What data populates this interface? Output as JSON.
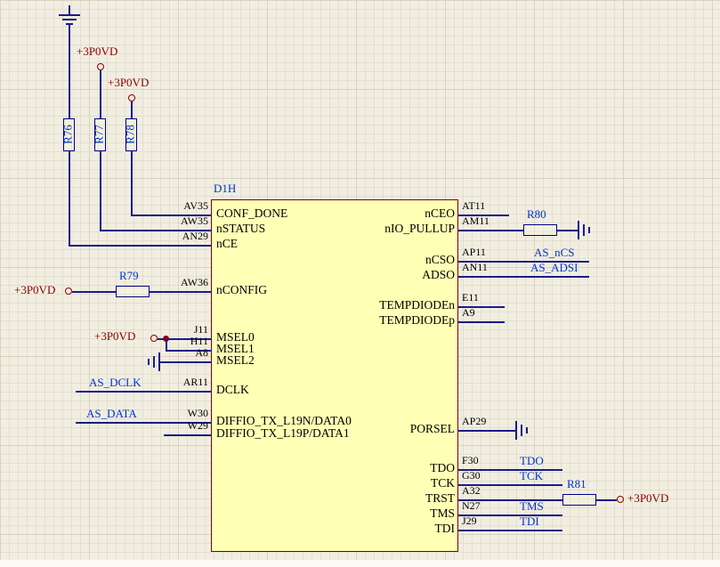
{
  "component": {
    "designator": "D1H",
    "left_pins": [
      {
        "pin": "AV35",
        "name": "CONF_DONE"
      },
      {
        "pin": "AW35",
        "name": "nSTATUS"
      },
      {
        "pin": "AN29",
        "name": "nCE"
      },
      {
        "pin": "AW36",
        "name": "nCONFIG"
      },
      {
        "pin": "J11",
        "name": "MSEL0"
      },
      {
        "pin": "H11",
        "name": "MSEL1"
      },
      {
        "pin": "A8",
        "name": "MSEL2"
      },
      {
        "pin": "AR11",
        "name": "DCLK",
        "net": "AS_DCLK"
      },
      {
        "pin": "W30",
        "name": "DIFFIO_TX_L19N/DATA0",
        "net": "AS_DATA"
      },
      {
        "pin": "W29",
        "name": "DIFFIO_TX_L19P/DATA1"
      }
    ],
    "right_pins": [
      {
        "pin": "AT11",
        "name": "nCEO"
      },
      {
        "pin": "AM11",
        "name": "nIO_PULLUP"
      },
      {
        "pin": "AP11",
        "name": "nCSO",
        "net": "AS_nCS"
      },
      {
        "pin": "AN11",
        "name": "ADSO",
        "net": "AS_ADSI"
      },
      {
        "pin": "E11",
        "name": "TEMPDIODEn"
      },
      {
        "pin": "A9",
        "name": "TEMPDIODEp"
      },
      {
        "pin": "AP29",
        "name": "PORSEL"
      },
      {
        "pin": "F30",
        "name": "TDO",
        "net": "TDO"
      },
      {
        "pin": "G30",
        "name": "TCK",
        "net": "TCK"
      },
      {
        "pin": "A32",
        "name": "TRST"
      },
      {
        "pin": "N27",
        "name": "TMS",
        "net": "TMS"
      },
      {
        "pin": "J29",
        "name": "TDI",
        "net": "TDI"
      }
    ]
  },
  "resistors": {
    "r76": "R76",
    "r77": "R77",
    "r78": "R78",
    "r79": "R79",
    "r80": "R80",
    "r81": "R81"
  },
  "power_net": "+3P0VD",
  "colors": {
    "component_fill": "#FFFFB5",
    "component_border": "#800000",
    "wire": "#1B1B8A",
    "net_label": "#0033CC",
    "power_text": "#8B0000",
    "background": "#F1EEE1"
  }
}
